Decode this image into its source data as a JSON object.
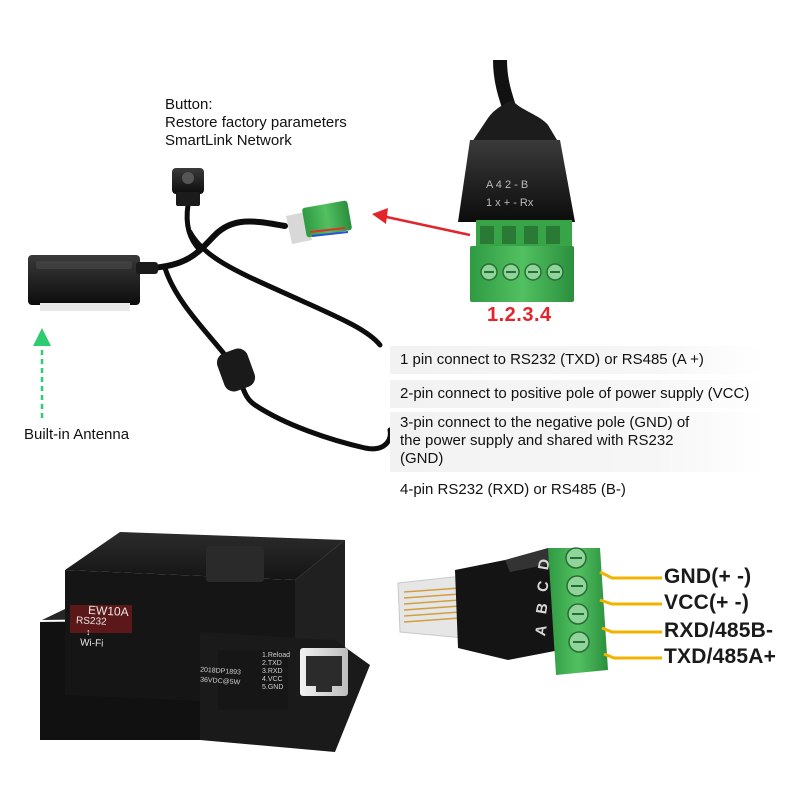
{
  "notes": {
    "button_title": "Button:",
    "button_line1": "Restore factory parameters",
    "button_line2": "SmartLink Network",
    "antenna": "Built-in Antenna",
    "pin_numbers": "1.2.3.4"
  },
  "pin_descriptions": [
    {
      "text": "1 pin connect to RS232 (TXD) or RS485 (A +)"
    },
    {
      "text": "2-pin connect to positive pole of power supply (VCC)"
    },
    {
      "line1": "3-pin connect to the negative pole (GND) of",
      "line2": "the power supply and shared with RS232",
      "line3": "(GND)"
    },
    {
      "text": "4-pin RS232 (RXD) or RS485 (B-)"
    }
  ],
  "terminal_labels": [
    "GND(+ -)",
    "VCC(+ -)",
    "RXD/485B-",
    "TXD/485A+"
  ],
  "terminal_letters": [
    "A",
    "B",
    "C",
    "D"
  ],
  "connector_markings": {
    "row1": "A 4 2 - B",
    "row2": "1 x + - Rx"
  },
  "device": {
    "model": "EW10A",
    "port1": "RS232",
    "port2": "Wi-Fi",
    "serial": "2018DP1893",
    "power": "36VDC@5W",
    "pins": [
      "1.Reload",
      "2.TXD",
      "3.RXD",
      "4.VCC",
      "5.GND"
    ]
  },
  "colors": {
    "accent_red": "#e3242b",
    "arrow_green": "#2ecc71",
    "terminal_green": "#3aa84a",
    "wire_yellow": "#f2b300"
  }
}
